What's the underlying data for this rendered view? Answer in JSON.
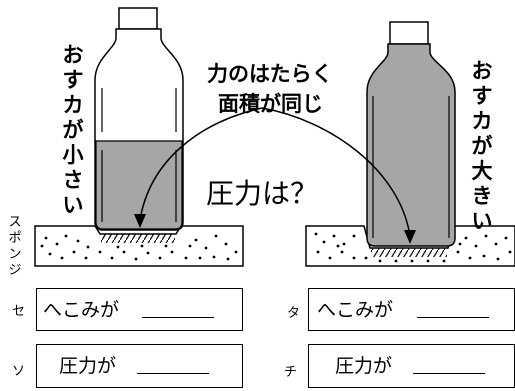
{
  "left_label": "おすカが小さい",
  "right_label": "おすカが大きい",
  "center_label_line1": "力のはたらく",
  "center_label_line2": "面積が同じ",
  "question": "圧力は？",
  "sponge_label": "スポンジ",
  "boxes": [
    {
      "letter": "セ",
      "text": "へこみが"
    },
    {
      "letter": "タ",
      "text": "へこみが"
    },
    {
      "letter": "ソ",
      "text": "圧力が"
    },
    {
      "letter": "チ",
      "text": "圧力が"
    }
  ],
  "colors": {
    "liquid": "#a6a6a6",
    "line": "#000000"
  }
}
